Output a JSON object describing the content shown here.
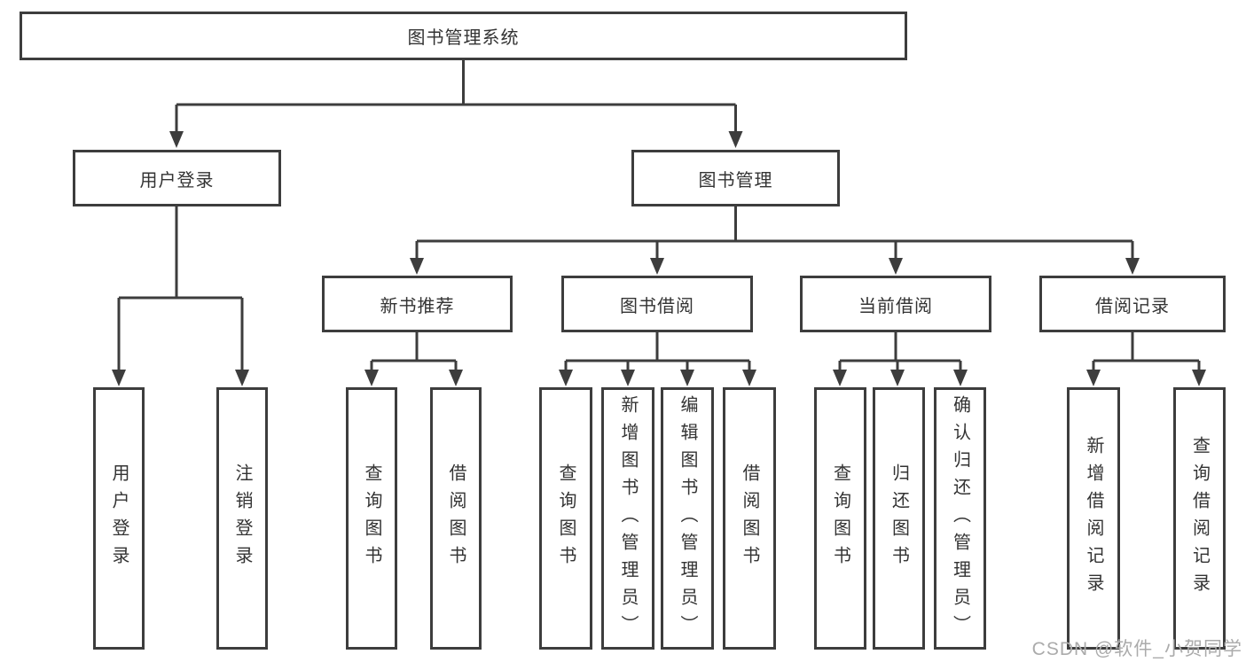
{
  "tree": {
    "label": "图书管理系统",
    "children": [
      {
        "label": "用户登录",
        "children": [
          {
            "label": "用户登录"
          },
          {
            "label": "注销登录"
          }
        ]
      },
      {
        "label": "图书管理",
        "children": [
          {
            "label": "新书推荐",
            "children": [
              {
                "label": "查询图书"
              },
              {
                "label": "借阅图书"
              }
            ]
          },
          {
            "label": "图书借阅",
            "children": [
              {
                "label": "查询图书"
              },
              {
                "label": "新增图书（管理员）"
              },
              {
                "label": "编辑图书（管理员）"
              },
              {
                "label": "借阅图书"
              }
            ]
          },
          {
            "label": "当前借阅",
            "children": [
              {
                "label": "查询图书"
              },
              {
                "label": "归还图书"
              },
              {
                "label": "确认归还（管理员）"
              }
            ]
          },
          {
            "label": "借阅记录",
            "children": [
              {
                "label": "新增借阅记录"
              },
              {
                "label": "查询借阅记录"
              }
            ]
          }
        ]
      }
    ]
  },
  "watermark": {
    "text": "CSDN @软件_小贺同学"
  },
  "colors": {
    "line": "#3d3d3d",
    "box_border": "#3d3d3d",
    "text": "#333333",
    "watermark": "#ababab",
    "background": "#ffffff"
  }
}
